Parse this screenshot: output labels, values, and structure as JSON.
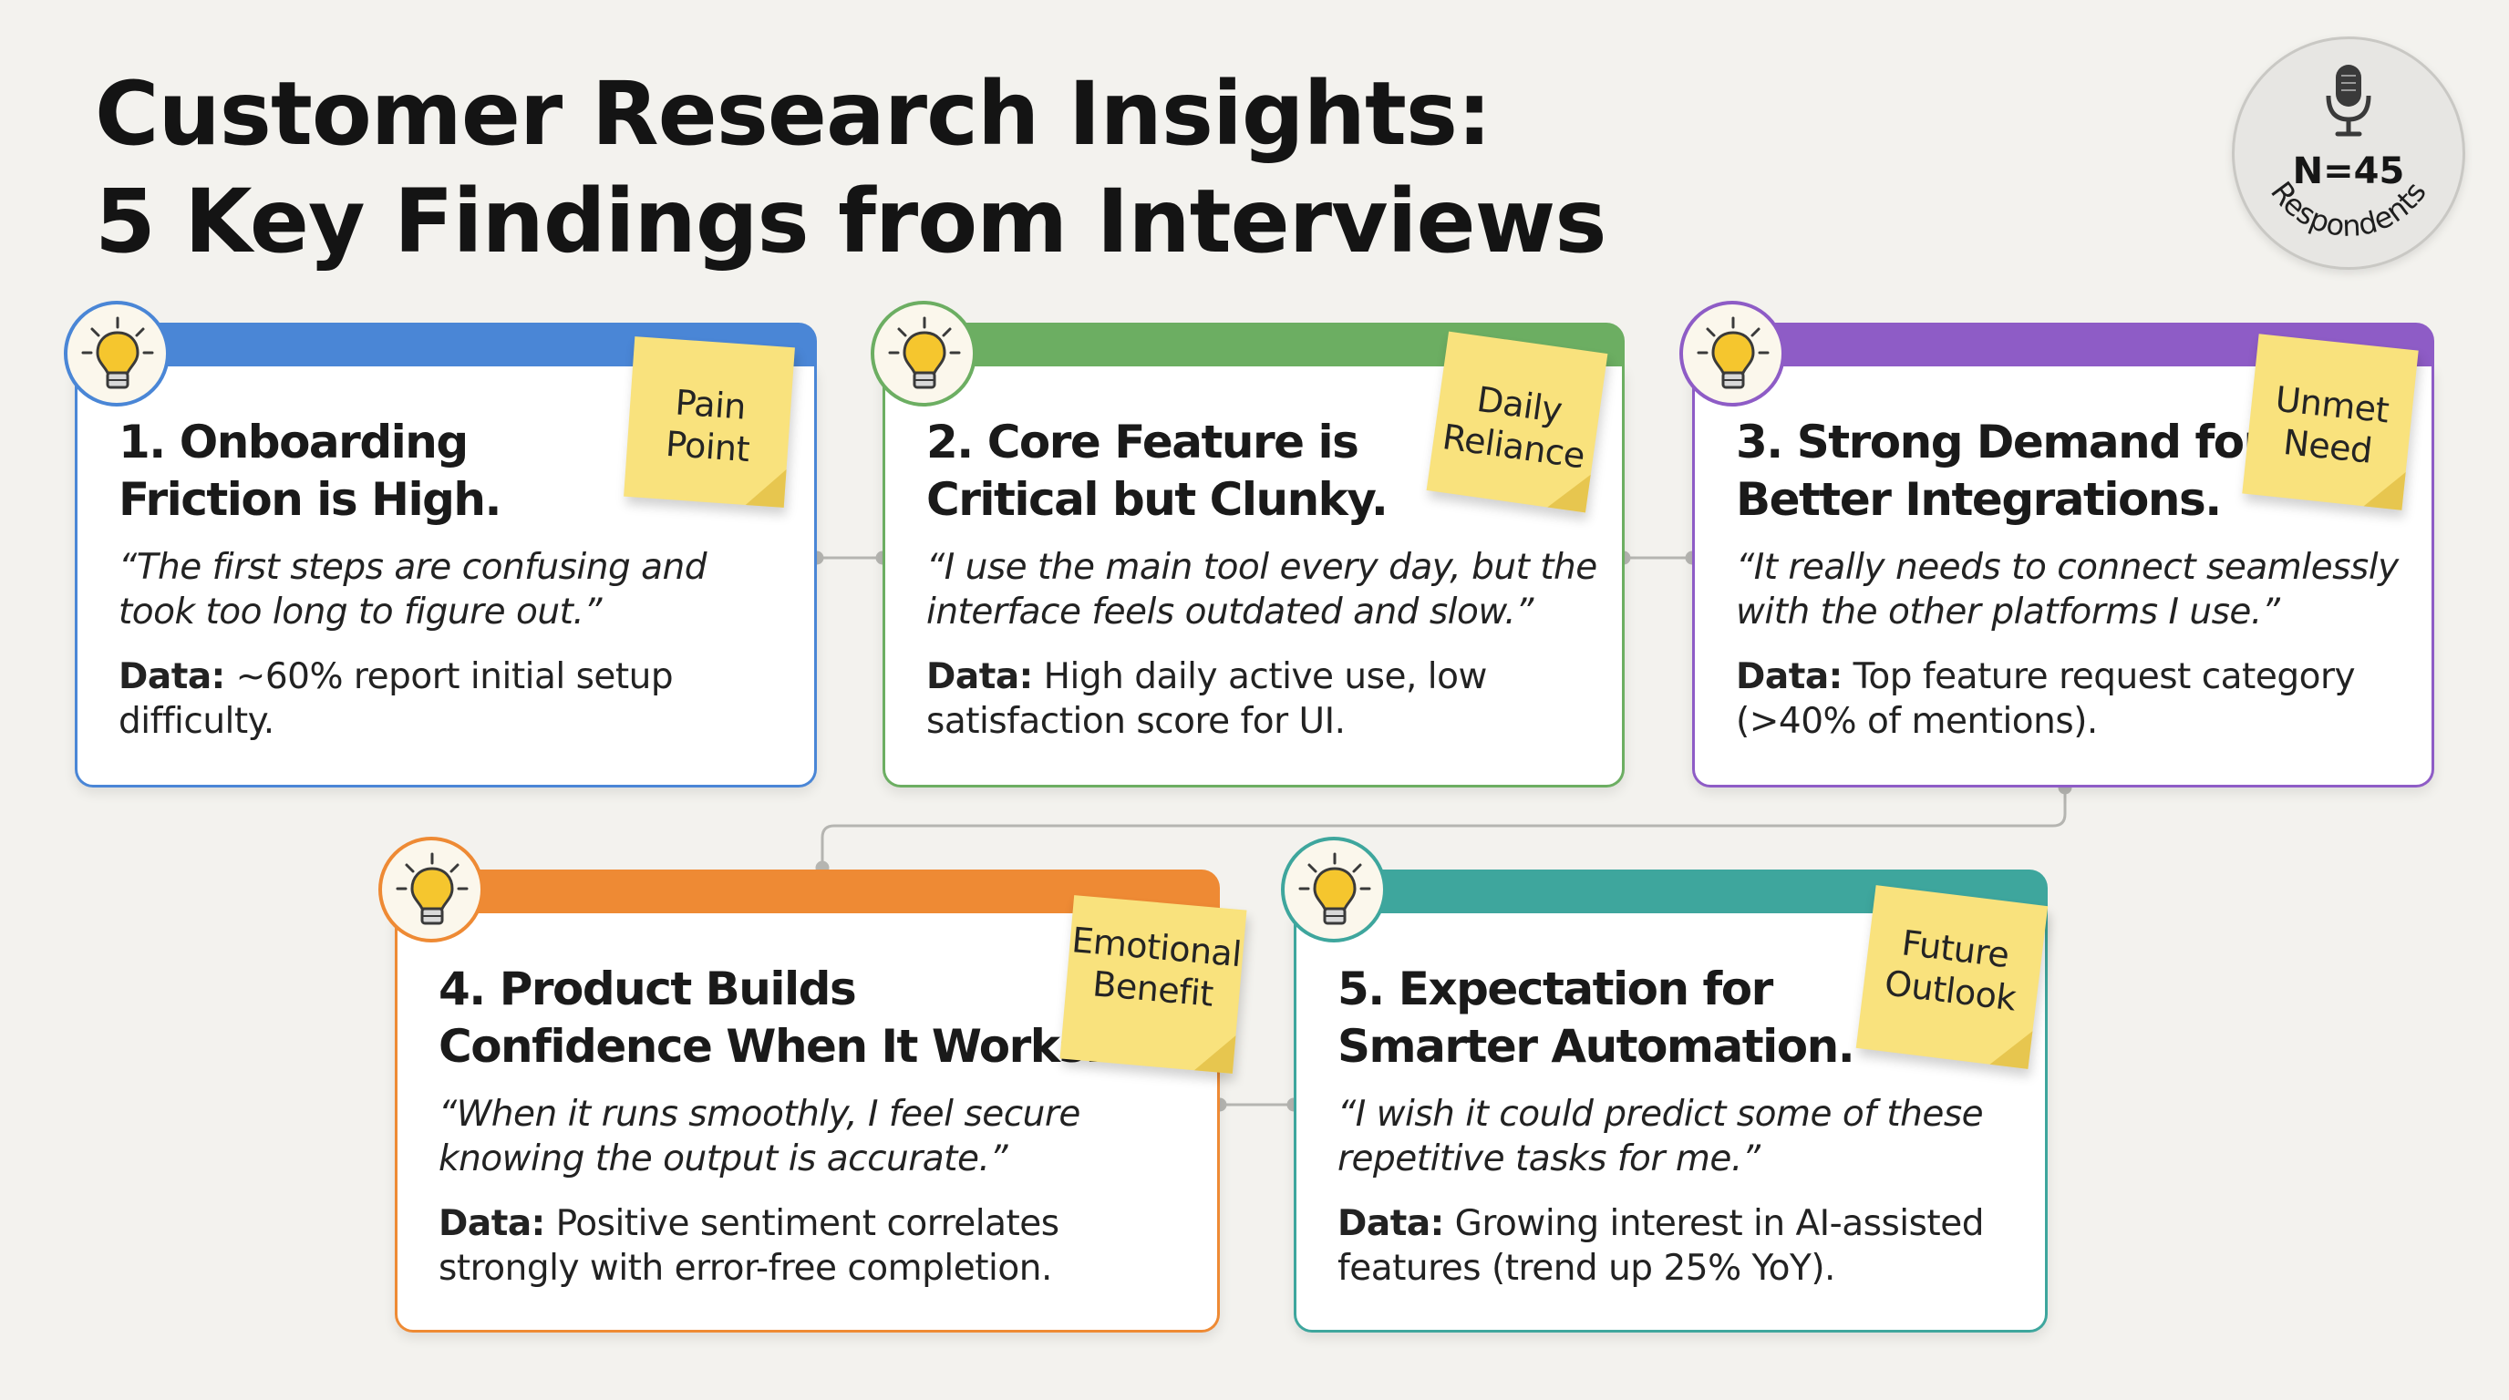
{
  "title": {
    "line1": "Customer Research Insights:",
    "line2": "5 Key Findings from Interviews"
  },
  "badge": {
    "icon": "microphone-icon",
    "count": "N=45",
    "label": "Respondents"
  },
  "colors": {
    "blue": "#4a86d6",
    "green": "#6cae62",
    "purple": "#8e5cc6",
    "orange": "#ee8a34",
    "teal": "#3ea69d",
    "sticky": "#f9e27d"
  },
  "findings": [
    {
      "heading": [
        "1. Onboarding",
        "Friction is High."
      ],
      "quote": [
        "“The first steps are confusing and",
        "took too long to figure out.”"
      ],
      "data_label": "Data:",
      "data": [
        "~60% report initial setup",
        "difficulty."
      ],
      "tag": [
        "Pain",
        "Point"
      ],
      "icon": "lightbulb-icon"
    },
    {
      "heading": [
        "2. Core Feature is",
        "Critical but Clunky."
      ],
      "quote": [
        "“I use the main tool every day, but the",
        "interface feels outdated and slow.”"
      ],
      "data_label": "Data:",
      "data": [
        "High daily active use, low",
        "satisfaction score for UI."
      ],
      "tag": [
        "Daily",
        "Reliance"
      ],
      "icon": "lightbulb-icon"
    },
    {
      "heading": [
        "3. Strong Demand for",
        "Better Integrations."
      ],
      "quote": [
        "“It really needs to connect seamlessly",
        "with the other platforms I use.”"
      ],
      "data_label": "Data:",
      "data": [
        "Top feature request category",
        "(>40% of mentions)."
      ],
      "tag": [
        "Unmet",
        "Need"
      ],
      "icon": "lightbulb-icon"
    },
    {
      "heading": [
        "4. Product Builds",
        "Confidence When It Works."
      ],
      "quote": [
        "“When it runs smoothly, I feel secure",
        "knowing the output is accurate.”"
      ],
      "data_label": "Data:",
      "data": [
        "Positive sentiment correlates",
        "strongly with error-free completion."
      ],
      "tag": [
        "Emotional",
        "Benefit"
      ],
      "icon": "lightbulb-icon"
    },
    {
      "heading": [
        "5. Expectation for",
        "Smarter Automation."
      ],
      "quote": [
        "“I wish it could predict some of these",
        "repetitive tasks for me.”"
      ],
      "data_label": "Data:",
      "data": [
        "Growing interest in AI-assisted",
        "features (trend up 25% YoY)."
      ],
      "tag": [
        "Future",
        "Outlook"
      ],
      "icon": "lightbulb-icon"
    }
  ]
}
